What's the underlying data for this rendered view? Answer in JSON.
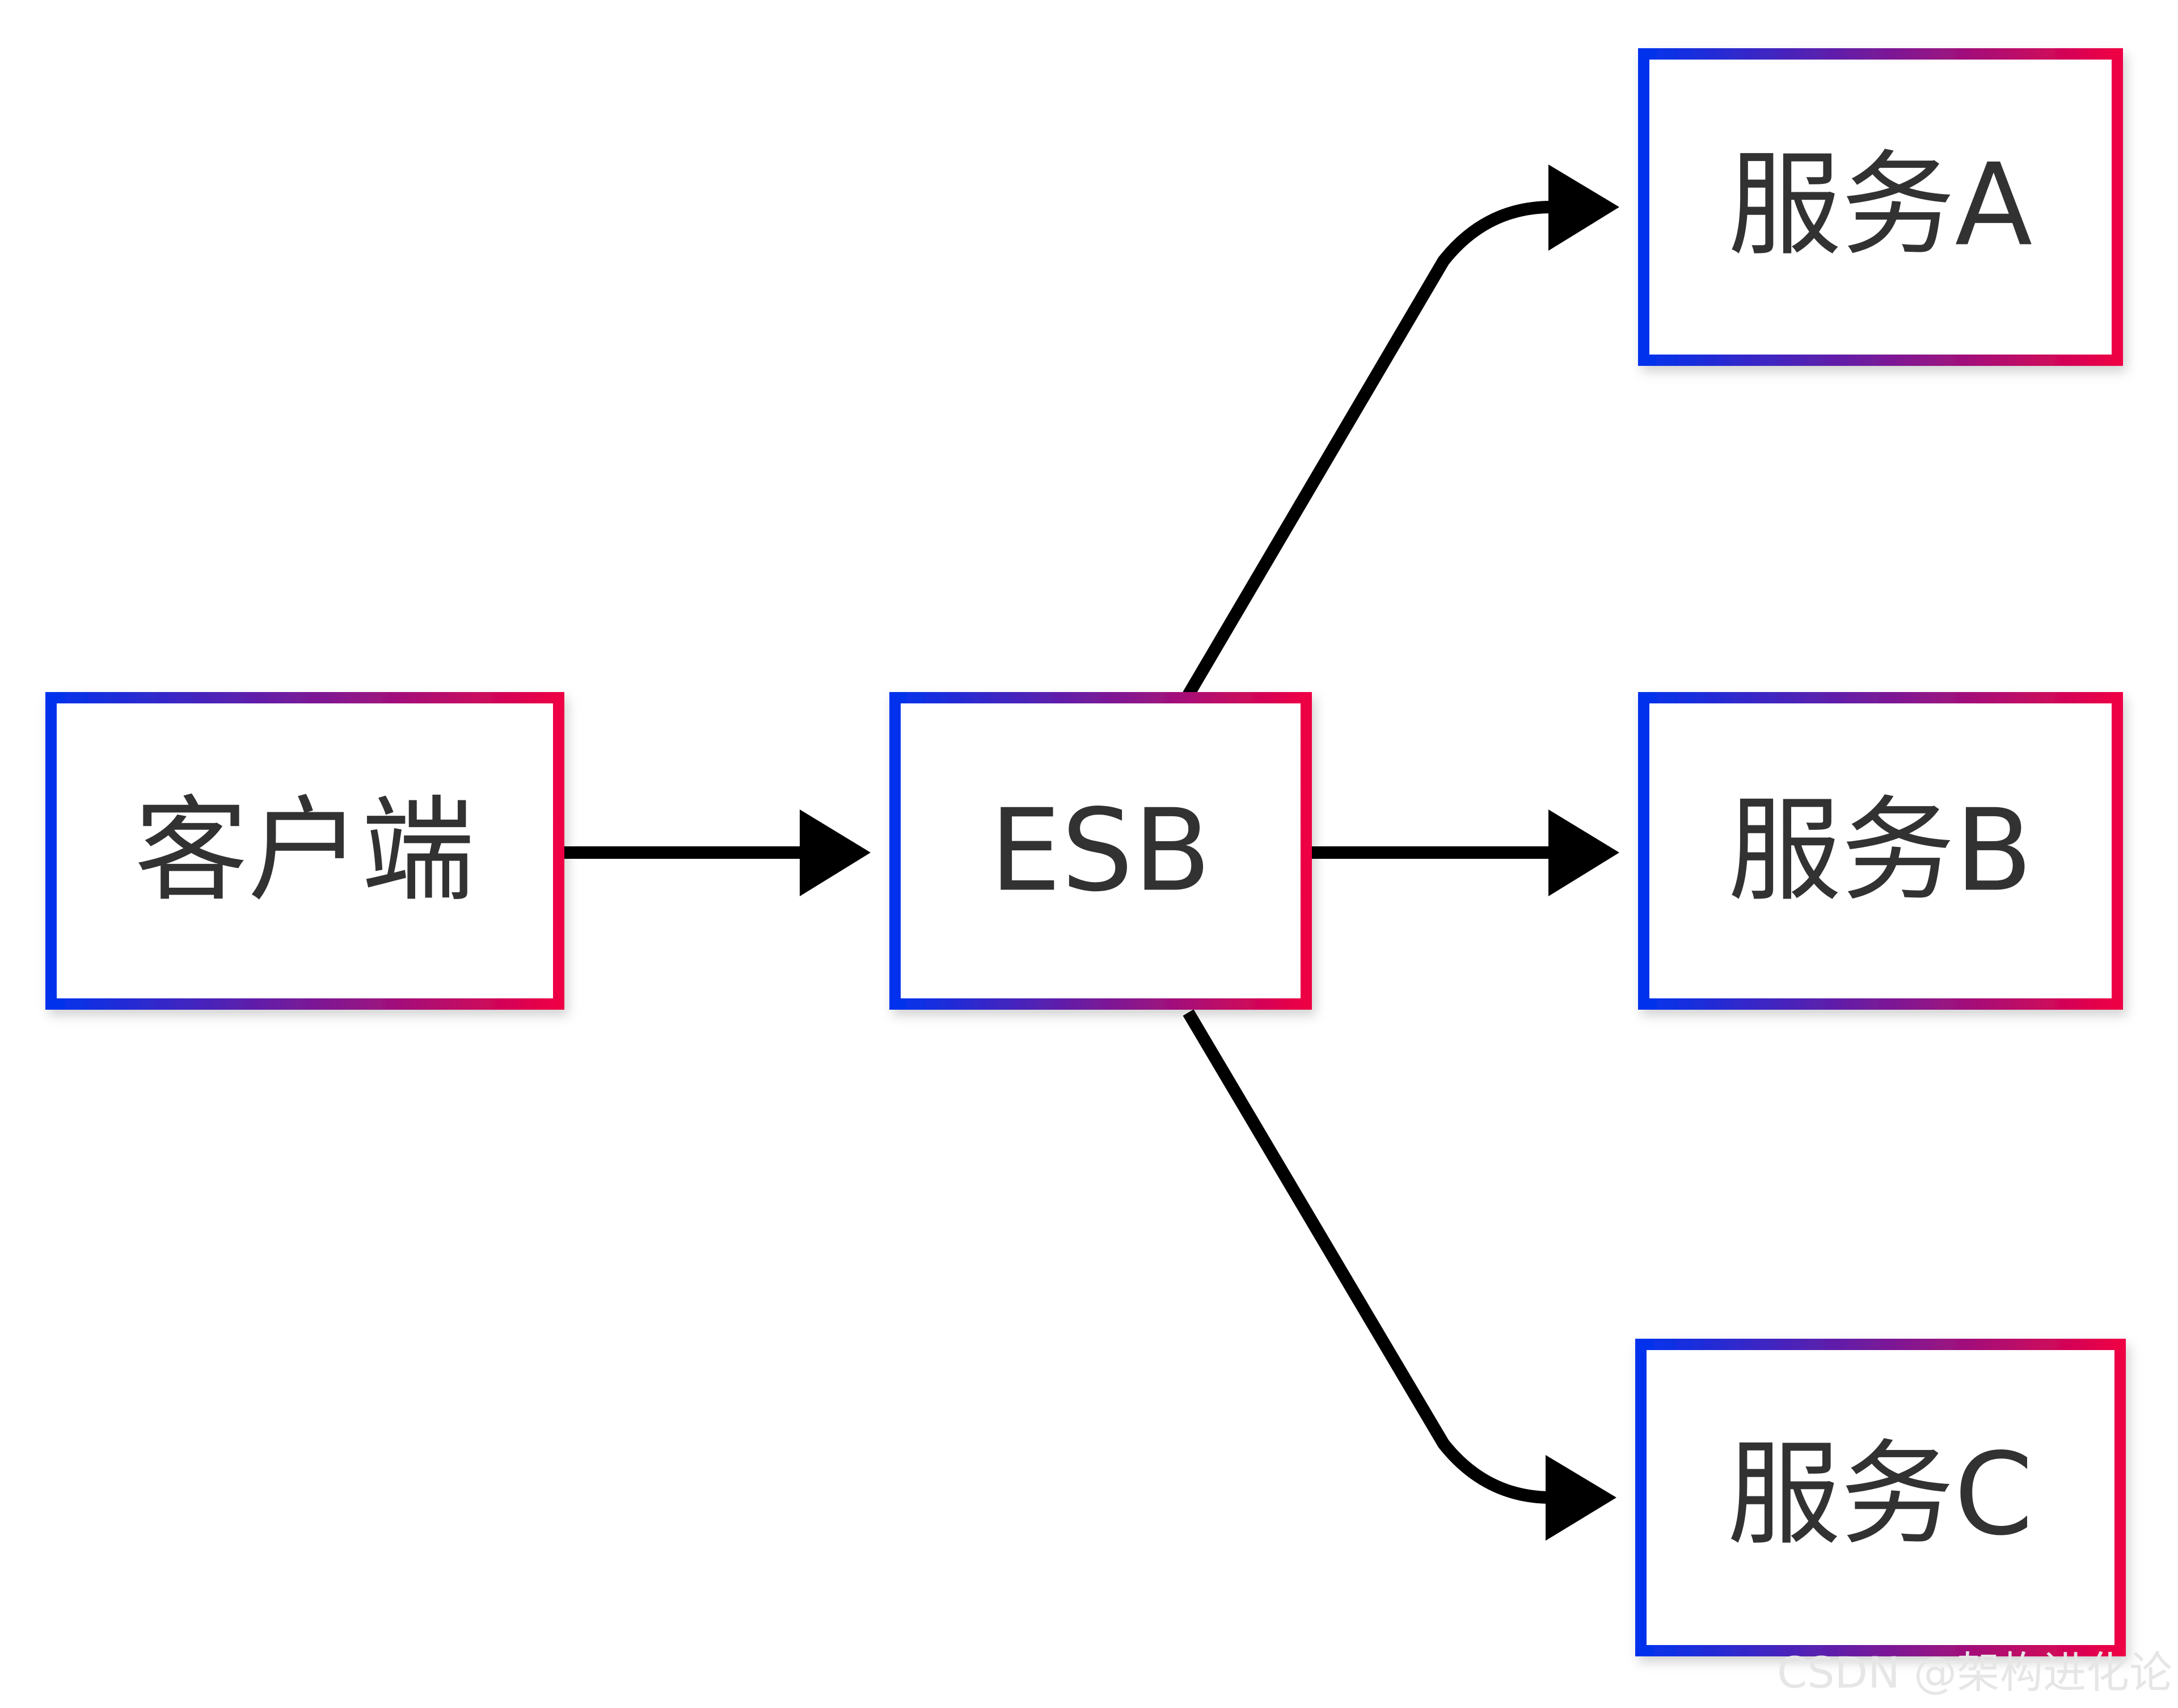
{
  "nodes": {
    "client": {
      "label": "客户端"
    },
    "esb": {
      "label": "ESB"
    },
    "service_a": {
      "label": "服务A"
    },
    "service_b": {
      "label": "服务B"
    },
    "service_c": {
      "label": "服务C"
    }
  },
  "edges": [
    {
      "from": "client",
      "to": "esb"
    },
    {
      "from": "esb",
      "to": "service_a"
    },
    {
      "from": "esb",
      "to": "service_b"
    },
    {
      "from": "esb",
      "to": "service_c"
    }
  ],
  "colors": {
    "border_start": "#0033ee",
    "border_end": "#ee0044",
    "arrow": "#000000",
    "text": "#333333"
  },
  "watermark": "CSDN @架构进化论"
}
